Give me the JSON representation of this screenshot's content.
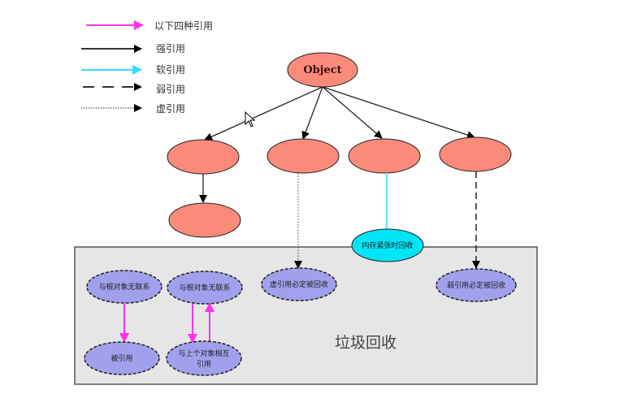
{
  "legend": {
    "title": "以下四种引用",
    "items": [
      {
        "type": "strong",
        "label": "强引用"
      },
      {
        "type": "soft",
        "label": "软引用"
      },
      {
        "type": "weak",
        "label": "弱引用"
      },
      {
        "type": "phantom",
        "label": "虚引用"
      }
    ]
  },
  "colors": {
    "object_node": "#fa8a7a",
    "unreachable_node": "#a0a0ec",
    "soft_node": "#00e5f5",
    "gc_area": "#e6e6e6",
    "legend_title_arrow": "#ff33ee",
    "soft_arrow": "#33ddff",
    "mutual_arrow": "#ff33ee"
  },
  "diagram": {
    "root": {
      "label": "Object"
    },
    "soft_node": {
      "label": "内存紧张时回收"
    },
    "gc_area": {
      "label": "垃圾回收"
    },
    "gc_nodes": {
      "no_root_1": "与根对象无联系",
      "referenced": "被引用",
      "no_root_2": "与根对象无联系",
      "mutual_line1": "与上个对象相互",
      "mutual_line2": "引用",
      "phantom_collected": "虚引用必定被回收",
      "weak_collected": "弱引用必定被回收"
    }
  }
}
